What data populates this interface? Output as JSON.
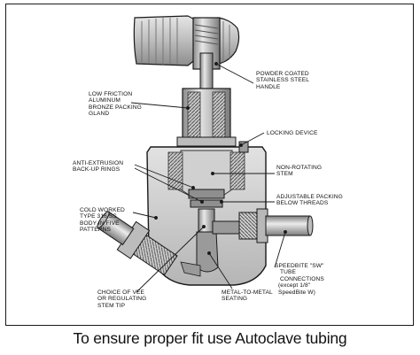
{
  "callouts": {
    "handle": "POWDER COATED\nSTAINLESS STEEL\nHANDLE",
    "packing_gland": "LOW FRICTION\nALUMINUM\nBRONZE PACKING\nGLAND",
    "locking_device": "LOCKING DEVICE",
    "backup_rings": "ANTI-EXTRUSION\nBACK-UP RINGS",
    "non_rotating_stem": "NON-ROTATING\nSTEM",
    "adjustable_packing": "ADJUSTABLE PACKING\nBELOW THREADS",
    "body": "COLD WORKED\nTYPE 316 SS\nBODY IN FIVE\nPATTERNS",
    "connections_line1": "SPEEDBITE \"SW\"",
    "connections_line2": "TUBE\nCONNECTIONS",
    "connections_line3": "(except 1/8\"\nSpeedBite W)",
    "stem_tip": "CHOICE OF VEE\nOR REGULATING\nSTEM TIP",
    "seating": "METAL-TO-METAL\nSEATING"
  },
  "caption": "To ensure proper fit use Autoclave tubing",
  "colors": {
    "metal_light": "#d9d9d9",
    "metal_mid": "#a8a8a8",
    "metal_dark": "#6e6e6e",
    "outline": "#1a1a1a"
  }
}
